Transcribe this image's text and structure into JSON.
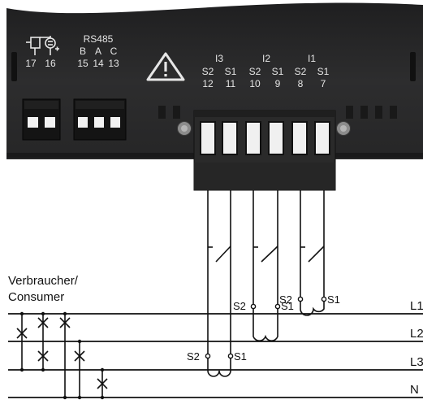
{
  "device": {
    "relay_terminals": [
      "17",
      "16"
    ],
    "rs485": {
      "label": "RS485",
      "letters": [
        "B",
        "A",
        "C"
      ],
      "terminals": [
        "15",
        "14",
        "13"
      ]
    },
    "current_groups": [
      {
        "name": "I3",
        "left": {
          "polarity": "S2",
          "terminal": "12"
        },
        "right": {
          "polarity": "S1",
          "terminal": "11"
        }
      },
      {
        "name": "I2",
        "left": {
          "polarity": "S2",
          "terminal": "10"
        },
        "right": {
          "polarity": "S1",
          "terminal": "9"
        }
      },
      {
        "name": "I1",
        "left": {
          "polarity": "S2",
          "terminal": "8"
        },
        "right": {
          "polarity": "S1",
          "terminal": "7"
        }
      }
    ]
  },
  "consumer_label": {
    "line1": "Verbraucher/",
    "line2": "Consumer"
  },
  "lines": [
    "L1",
    "L2",
    "L3",
    "N"
  ],
  "ct_labels": {
    "L1": {
      "s2": "S2",
      "s1": "S1"
    },
    "L2": {
      "s2": "S2",
      "s1": "S1"
    },
    "L3": {
      "s2": "S2",
      "s1": "S1"
    }
  },
  "colors": {
    "housing": "#2b2b2c",
    "housing_edge": "#3a3a3b",
    "housing_text": "#e6e6e6",
    "connector": "#2a2a2a",
    "wire": "#111111"
  }
}
